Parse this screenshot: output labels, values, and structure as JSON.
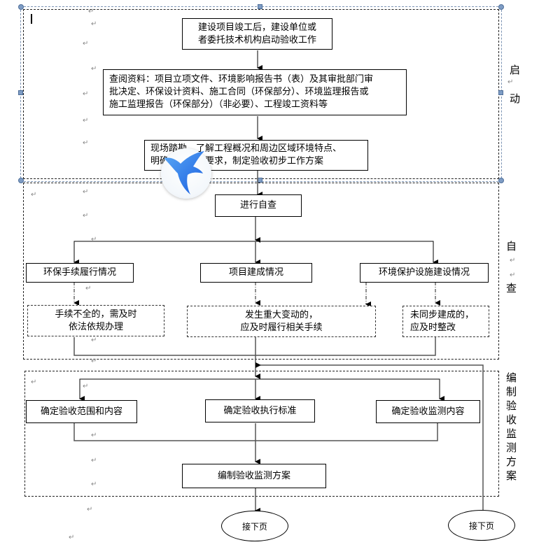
{
  "diagram": {
    "sections": {
      "start": {
        "label": "启\n动",
        "chars": [
          "启",
          "动"
        ]
      },
      "self_check": {
        "label": "自\n查",
        "chars": [
          "自",
          "查"
        ]
      },
      "plan": {
        "label": "编制验收监测方案",
        "chars": [
          "编",
          "制",
          "验",
          "收",
          "监",
          "测",
          "方",
          "案"
        ]
      }
    },
    "nodes": {
      "initiate": "建设项目竣工后，建设单位或\n者委托技术机构启动验收工作",
      "review_docs": "查阅资料：项目立项文件、环境影响报告书（表）及其审批部门审\n批决定、环保设计资料、施工合同（环保部分）、环境监理报告或\n施工监理报告（环保部分）（非必要）、工程竣工资料等",
      "site_survey": "现场踏勘，了解工程概况和周边区域环境特点、\n明确环境保护要求，制定验收初步工作方案",
      "self_inspect": "进行自查",
      "env_procedures": "环保手续履行情况",
      "project_completion": "项目建成情况",
      "env_facilities": "环境保护设施建设情况",
      "incomplete_procedures": "手续不全的，需及时\n依法依规办理",
      "major_change": "发生重大变动的，\n应及时履行相关手续",
      "not_built": "未同步建成的，\n应及时整改",
      "scope": "确定验收范围和内容",
      "standard": "确定验收执行标准",
      "monitor_content": "确定验收监测内容",
      "compile_plan": "编制验收监测方案",
      "next_page_1": "接下页",
      "next_page_2": "接下页"
    },
    "overlay": {
      "icon": "hummingbird-app-icon"
    },
    "paragraph_mark": "↵"
  }
}
